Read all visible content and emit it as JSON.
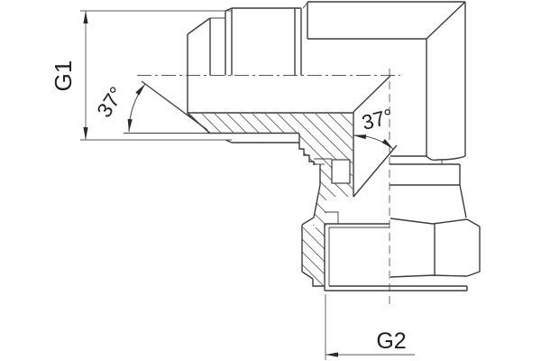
{
  "drawing": {
    "labels": {
      "g1": "G1",
      "angle_left": "37°",
      "angle_right": "37°",
      "g2": "G2"
    },
    "colors": {
      "background": "#ffffff",
      "line_main": "#3c3c3c",
      "line_thin": "#5a5a5a",
      "text": "#1f1f1f"
    }
  }
}
